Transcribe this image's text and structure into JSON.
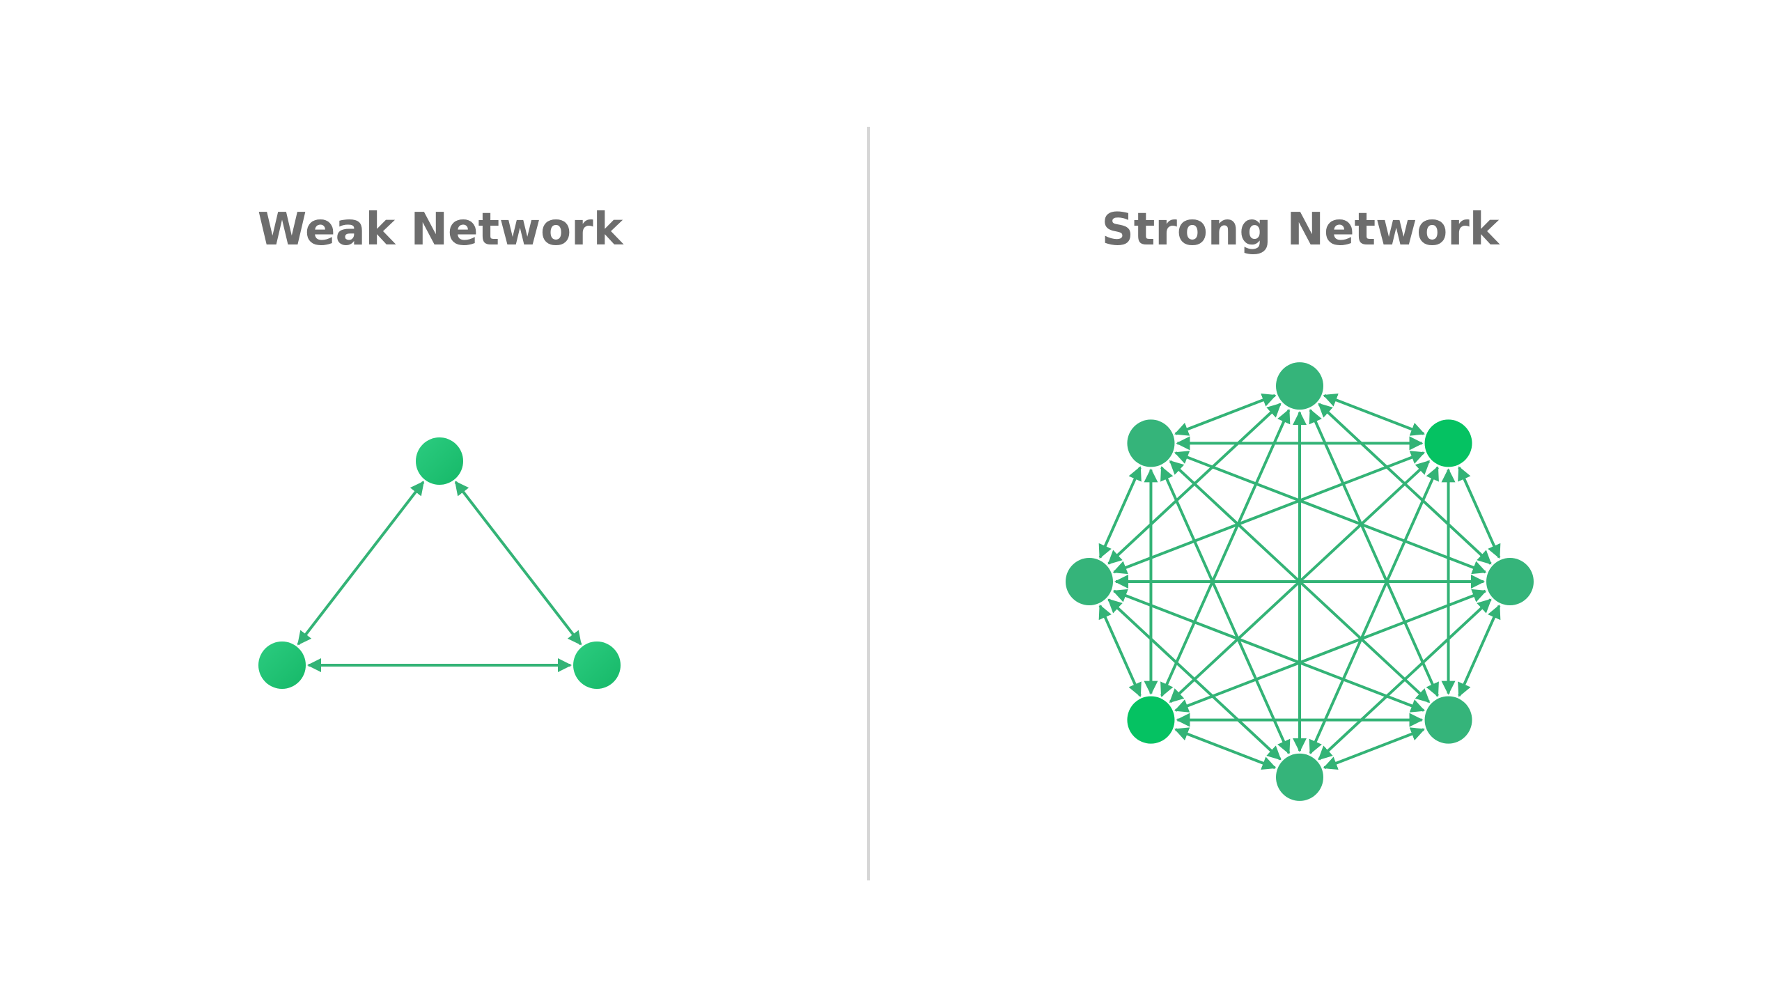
{
  "weak_network": {
    "title": "Weak Network",
    "node_count": 3,
    "edge_direction": "bidirectional"
  },
  "strong_network": {
    "title": "Strong Network",
    "node_count": 8,
    "edge_direction": "bidirectional",
    "fully_connected": true
  },
  "colors": {
    "background": "#ffffff",
    "title_text": "#6d6d6d",
    "divider": "#d6d6d6",
    "edge": "#33b376",
    "node_primary": "#22c074",
    "node_muted": "#35b47a",
    "node_bright": "#05c262"
  }
}
